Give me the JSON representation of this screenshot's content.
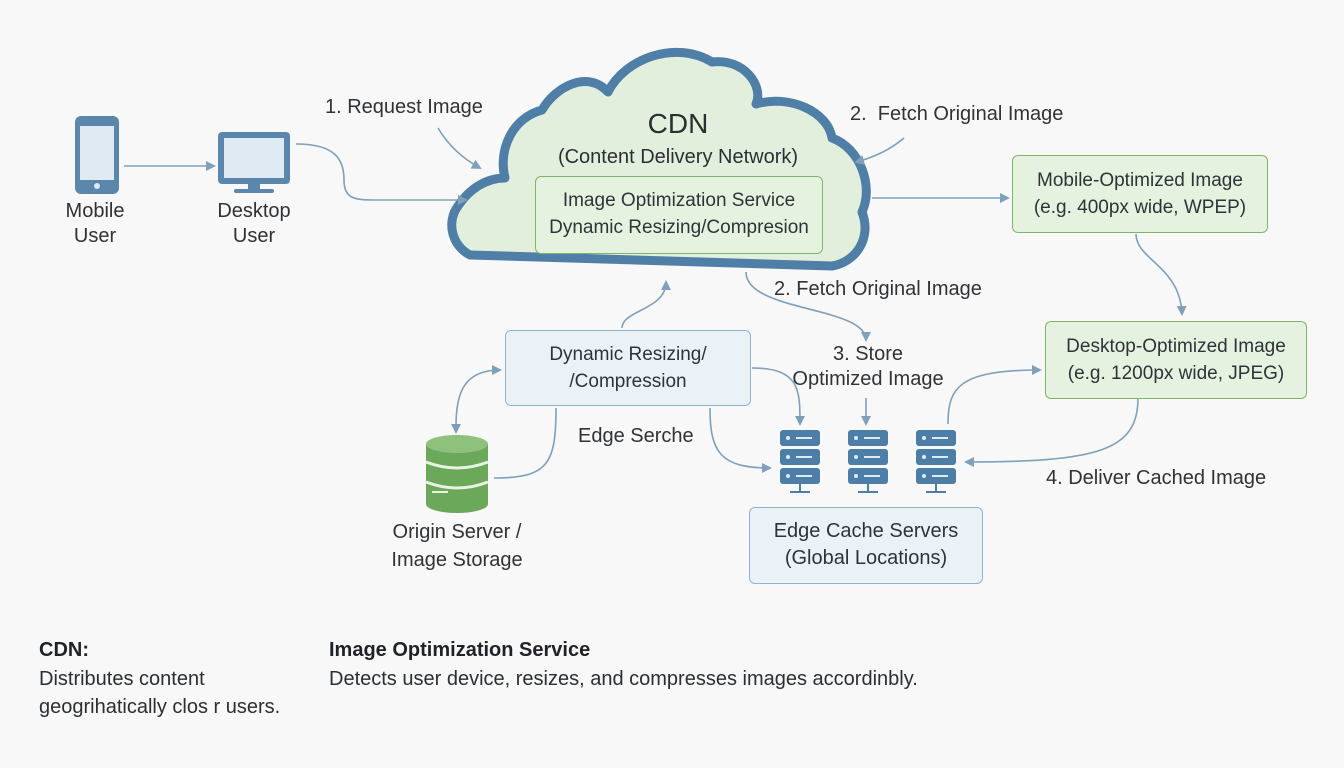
{
  "cloud": {
    "title": "CDN",
    "subtitle": "(Content Delivery Network)",
    "inner_box": {
      "line1": "Image Optimization Service",
      "line2": "Dynamic Resizing/Compresion"
    }
  },
  "users": {
    "mobile": {
      "line1": "Mobile",
      "line2": "User"
    },
    "desktop": {
      "line1": "Desktop",
      "line2": "User"
    }
  },
  "steps": {
    "request": "1. Request Image",
    "fetch_top": "2.  Fetch Original Image",
    "fetch_mid": "2. Fetch Original Image",
    "store_line1": "3. Store",
    "store_line2": "Optimized Image",
    "deliver": "4. Deliver Cached Image",
    "edge_label": "Edge Serche"
  },
  "boxes": {
    "mobile_optimized": {
      "line1": "Mobile-Optimized Image",
      "line2": "(e.g. 400px wide, WPEP)"
    },
    "desktop_optimized": {
      "line1": "Desktop-Optimized Image",
      "line2": "(e.g. 1200px wide, JPEG)"
    },
    "dynamic_resizing": {
      "line1": "Dynamic Resizing/",
      "line2": "/Compression"
    },
    "edge_cache": {
      "line1": "Edge Cache Servers",
      "line2": "(Global Locations)"
    }
  },
  "origin": {
    "line1": "Origin Server /",
    "line2": "Image Storage"
  },
  "legend": {
    "cdn": {
      "heading": "CDN:",
      "line1": "Distributes content",
      "line2": "geogrihatically clos r users."
    },
    "service": {
      "heading": "Image Optimization Service",
      "line1": "Detects user device, resizes, and compresses images accordinbly."
    }
  },
  "colors": {
    "cloud_fill": "#e3efdd",
    "cloud_outline": "#4f7fa6",
    "green_box_fill": "#e6f2e0",
    "green_box_border": "#7fb56a",
    "blue_box_fill": "#eaf2f8",
    "blue_box_border": "#8fb3cf",
    "arrow": "#7f9fbb",
    "device": "#5b87ad",
    "database": "#6ba85a",
    "server": "#4d7ea8"
  }
}
